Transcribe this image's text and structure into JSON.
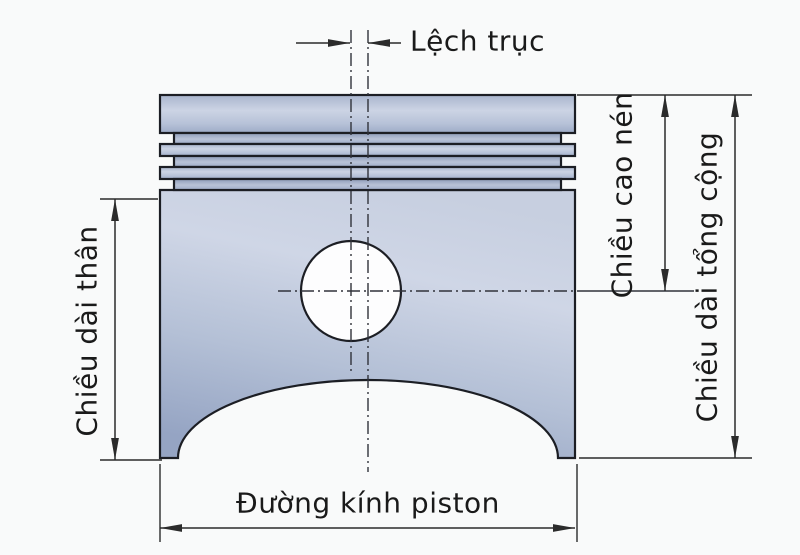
{
  "diagram": {
    "subject": "piston-dimension-drawing",
    "labels": {
      "pin_offset": "Lệch trục",
      "skirt_length": "Chiều dài thân",
      "compression_height": "Chiều cao nén",
      "total_length": "Chiều dài tổng cộng",
      "piston_diameter": "Đường kính piston"
    },
    "colors": {
      "piston_light": "#ccd4e4",
      "piston_mid": "#b2bed6",
      "piston_dark": "#94a3c2",
      "groove_dark": "#8d9bb8",
      "outline": "#1c1e24",
      "dimension_line": "#2b2b2b",
      "text": "#1a1a1a",
      "background": "#f9fafa",
      "pin_bore_fill": "#fdfdfe"
    }
  }
}
